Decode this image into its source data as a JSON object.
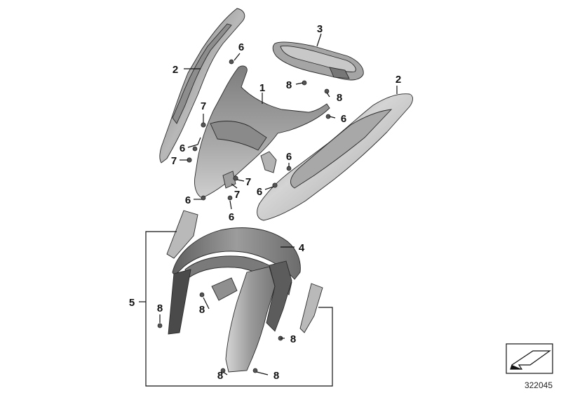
{
  "diagram": {
    "callouts": {
      "c1": "1",
      "c2a": "2",
      "c2b": "2",
      "c3": "3",
      "c4": "4",
      "c5": "5",
      "c6a": "6",
      "c6b": "6",
      "c6c": "6",
      "c6d": "6",
      "c6e": "6",
      "c6f": "6",
      "c7a": "7",
      "c7b": "7",
      "c7c": "7",
      "c7d": "7",
      "c8a": "8",
      "c8b": "8",
      "c8c": "8",
      "c8d": "8",
      "c8e": "8",
      "c8f": "8",
      "c8g": "8"
    },
    "diagram_number": "322045",
    "colors": {
      "part_light": "#c9c9c9",
      "part_mid": "#9a9a9a",
      "part_dark": "#6e6e6e",
      "line": "#111111"
    }
  }
}
